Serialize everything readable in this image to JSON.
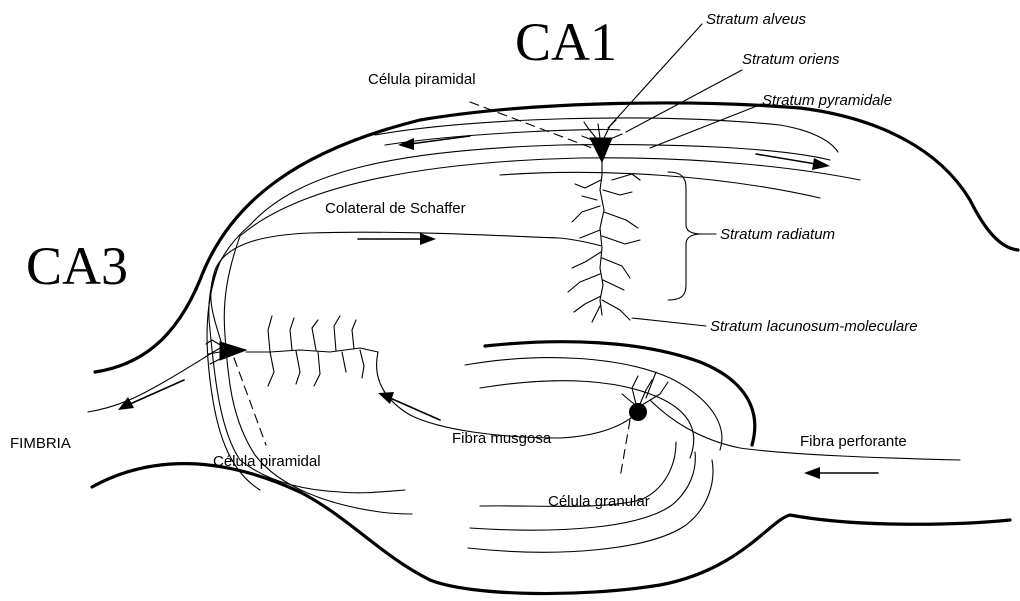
{
  "diagram": {
    "regions": {
      "ca1": "CA1",
      "ca3": "CA3"
    },
    "labels": {
      "stratum_alveus": "Stratum alveus",
      "stratum_oriens": "Stratum oriens",
      "stratum_pyramidale": "Stratum pyramidale",
      "stratum_radiatum": "Stratum radiatum",
      "stratum_lacunosum": "Stratum lacunosum-moleculare",
      "celula_piramidal_ca1": "Célula piramidal",
      "celula_piramidal_ca3": "Célula piramidal",
      "colateral_schaffer": "Colateral de Schaffer",
      "fimbria": "FIMBRIA",
      "fibra_musgosa": "Fibra musgosa",
      "fibra_perforante": "Fibra perforante",
      "celula_granular": "Célula granular"
    }
  }
}
